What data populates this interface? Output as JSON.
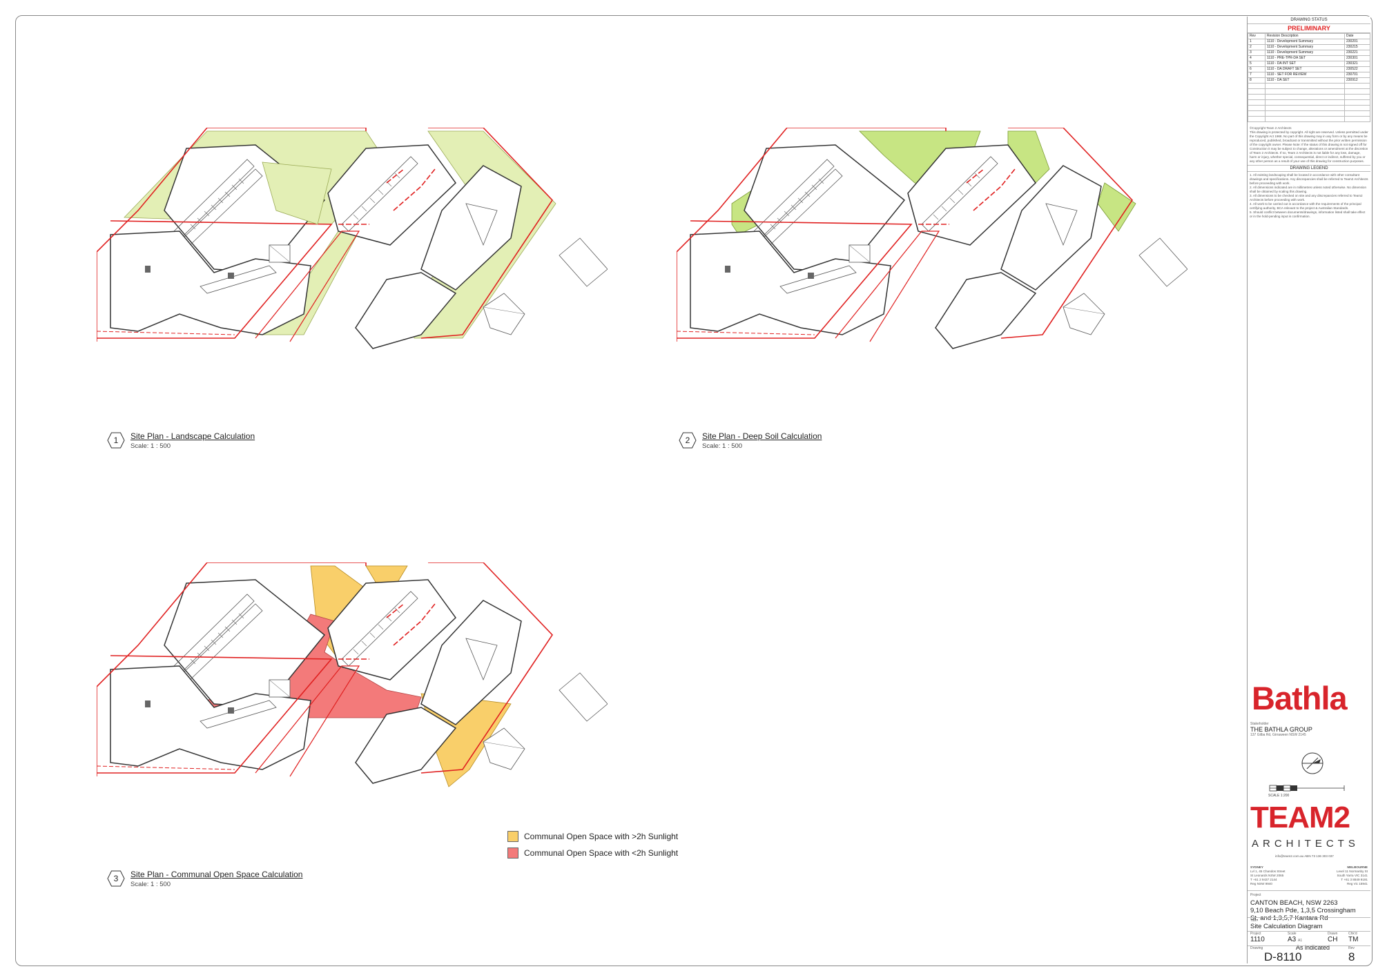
{
  "plans": [
    {
      "num": "1",
      "title": "Site Plan - Landscape Calculation",
      "scale": "Scale: 1 : 500"
    },
    {
      "num": "2",
      "title": "Site Plan - Deep Soil Calculation",
      "scale": "Scale: 1 : 500"
    },
    {
      "num": "3",
      "title": "Site Plan - Communal Open Space Calculation",
      "scale": "Scale: 1 : 500"
    }
  ],
  "legend": [
    {
      "label": "Communal Open Space with >2h Sunlight",
      "color": "#f9cf6a"
    },
    {
      "label": "Communal Open Space with <2h Sunlight",
      "color": "#f37a7a"
    }
  ],
  "colors": {
    "landscape": "#e3efb5",
    "deep_soil": "#c7e583",
    "cos_sun": "#f9cf6a",
    "cos_shade": "#f37a7a",
    "boundary": "#e02020",
    "brand": "#d8242b"
  },
  "title_block": {
    "drawing_status": "DRAWING STATUS",
    "status": "PRELIMINARY",
    "rev_headers": [
      "Rev",
      "Revision Description",
      "Date"
    ],
    "revisions": [
      {
        "rev": "1",
        "desc": "1110 - Development Summary",
        "date": "230201"
      },
      {
        "rev": "2",
        "desc": "1110 - Development Summary",
        "date": "230215"
      },
      {
        "rev": "3",
        "desc": "1110 - Development Summary",
        "date": "230221"
      },
      {
        "rev": "4",
        "desc": "1110 - PRE-TPR-DA SET",
        "date": "230301"
      },
      {
        "rev": "5",
        "desc": "1110 - DA INT SET",
        "date": "230321"
      },
      {
        "rev": "6",
        "desc": "1110 - DA DRAFT SET",
        "date": "230522"
      },
      {
        "rev": "7",
        "desc": "1110 - SET FOR REVIEW",
        "date": "230701"
      },
      {
        "rev": "8",
        "desc": "1110 - DA SET",
        "date": "230912"
      }
    ],
    "copyright_title": "©Copyright Team 2 Architects",
    "copyright_text": "This drawing is protected by copyright. All right are reserved. Unless permitted under the Copyright Act 1968. No part of this drawing may in any form or by any means be reproduced, published, broadcast or transmitted without the prior written permission of the copyright owner. Please Note: If the status of this drawing is not signed off for Construction it may be subject to change, alterations or amendment at the discretion of Team 2 Architects. If so, Team 2 Architects is not liable for any loss, damage, harm or injury, whether special, consequential, direct or indirect, suffered by you or any other person as a result of your use of this drawing for construction purposes.",
    "drawing_legend": "DRAWING LEGEND",
    "notes": [
      "1. All existing landscaping shall be located in accordance with other consultant drawings and specifications. Any discrepancies shall be referred to Team2 Architects before proceeding with work.",
      "2. All dimensions indicated are in millimetres unless noted otherwise. No dimension shall be obtained by scaling this drawing.",
      "3. All dimensions to be checked on site and any discrepancies referred to Team2 Architects before proceeding with work.",
      "4. All work to be carried out in accordance with the requirements of the principal certifying authority, BCA relevant to the project & Australian Standards.",
      "5. Should conflict between documents/drawings, information listed shall take effect or in the hold-pending input is confirmation."
    ],
    "brand": "Bathla",
    "client_label": "Stakeholder",
    "client_name": "THE BATHLA GROUP",
    "client_address": "137 Gilba Rd, Girraween NSW 2145",
    "scale_label": "SCALE 1:200",
    "architect_brand": "TEAM2",
    "architect_sub": "ARCHITECTS",
    "contact": "info@team2.com.au   ABN 73 136 303 037",
    "sydney": [
      "SYDNEY",
      "Lvl 1, 45 Chandos Street",
      "St Leonards  NSW  2065",
      "T  +61 2 9437 2144",
      "Reg NSW 9940"
    ],
    "melbourne": [
      "MELBOURNE",
      "Level 11 Normanby St",
      "South Yarra  VIC  3141",
      "T  +61 3 8849 9191",
      "Reg Vic 15941"
    ],
    "project_label": "Project",
    "project": [
      "CANTON BEACH, NSW 2263",
      "9,10 Beach Pde, 1,3,5 Crossingham",
      "St, and 1,3,5,7 Kantara Rd"
    ],
    "title_label": "Title",
    "title": "Site Calculation Diagram",
    "project_no_label": "Project",
    "project_no": "1110",
    "size_label": "Scale",
    "size": "A3",
    "size_sub": "A1",
    "scale": "As indicated",
    "drawn_label": "Drawn",
    "drawn": "CH",
    "check_label": "Chk'd",
    "check": "TM",
    "drawing_no_label": "Drawing",
    "drawing_no": "D-8110",
    "rev_label": "Rev",
    "rev": "8"
  }
}
